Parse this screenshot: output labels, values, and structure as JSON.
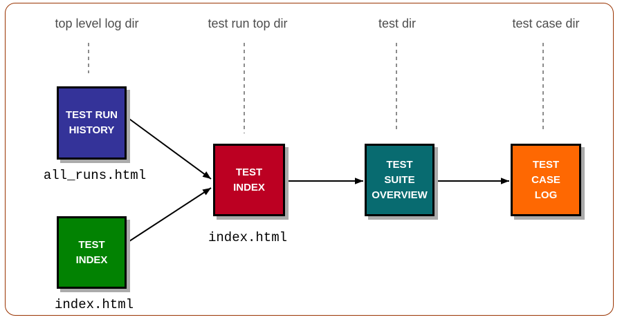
{
  "diagram": {
    "border_color": "#993300",
    "column_headers": [
      {
        "label": "top level log dir"
      },
      {
        "label": "test run top dir"
      },
      {
        "label": "test dir"
      },
      {
        "label": "test case dir"
      }
    ],
    "boxes": [
      {
        "id": "test-run-history",
        "column": "top level log dir",
        "lines": [
          "TEST RUN",
          "HISTORY"
        ],
        "color": "#343399",
        "file_label": "all_runs.html"
      },
      {
        "id": "top-level-test-index",
        "column": "top level log dir",
        "lines": [
          "TEST",
          "INDEX"
        ],
        "color": "#028202",
        "file_label": "index.html"
      },
      {
        "id": "test-run-index",
        "column": "test run top dir",
        "lines": [
          "TEST",
          "INDEX"
        ],
        "color": "#BC0022",
        "file_label": "index.html"
      },
      {
        "id": "test-suite-overview",
        "column": "test dir",
        "lines": [
          "TEST",
          "SUITE",
          "OVERVIEW"
        ],
        "color": "#086B70"
      },
      {
        "id": "test-case-log",
        "column": "test case dir",
        "lines": [
          "TEST",
          "CASE",
          "LOG"
        ],
        "color": "#FE6802"
      }
    ],
    "connections": [
      {
        "from": "test-run-history",
        "to": "test-run-index"
      },
      {
        "from": "top-level-test-index",
        "to": "test-run-index"
      },
      {
        "from": "test-run-index",
        "to": "test-suite-overview"
      },
      {
        "from": "test-suite-overview",
        "to": "test-case-log"
      }
    ],
    "colors": {
      "node_border": "#000000",
      "node_shadow": "#ababab",
      "header_text": "#4d4d4d",
      "connector": "#000000"
    }
  }
}
